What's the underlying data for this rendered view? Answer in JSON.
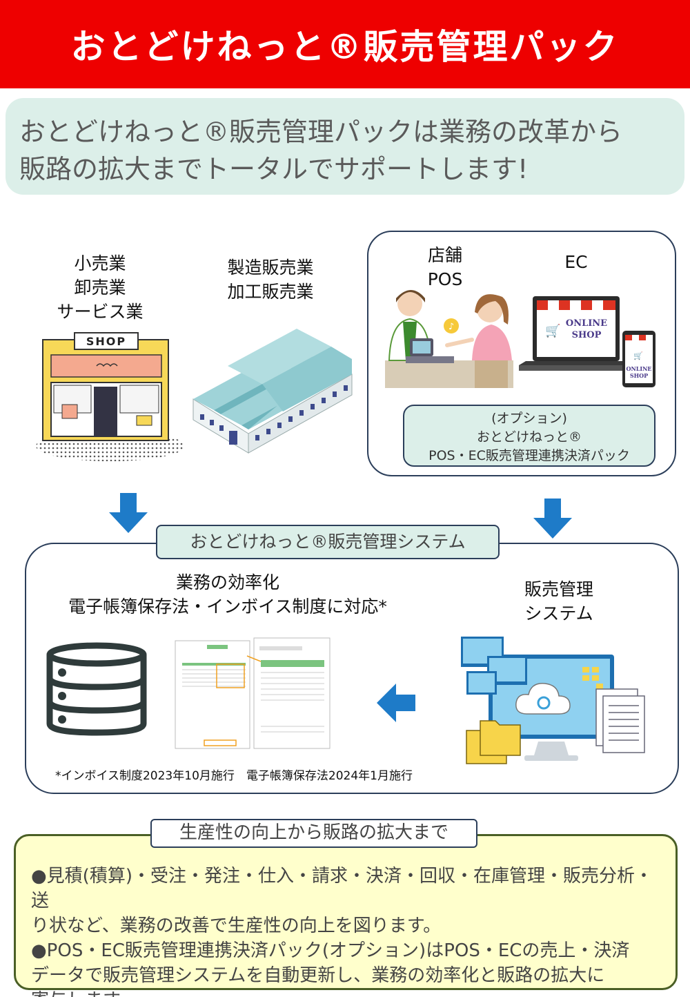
{
  "header": {
    "title": "おとどけねっと®販売管理パック"
  },
  "intro": {
    "line1": "おとどけねっと®販売管理パックは業務の改革から",
    "line2": "販路の拡大までトータルでサポートします!"
  },
  "industries": {
    "retail": [
      "小売業",
      "卸売業",
      "サービス業"
    ],
    "manufacturing": [
      "製造販売業",
      "加工販売業"
    ]
  },
  "illustrations": {
    "shop_sign": "SHOP",
    "online_shop": [
      "ONLINE",
      "SHOP"
    ],
    "tablet_shop": [
      "ONLINE",
      "SHOP"
    ]
  },
  "channels": {
    "pos": [
      "店舗",
      "POS"
    ],
    "ec": "EC",
    "option": [
      "(オプション)",
      "おとどけねっと®",
      "POS・EC販売管理連携決済パック"
    ]
  },
  "system": {
    "tab": "おとどけねっと®販売管理システム",
    "feature_lines": [
      "業務の効率化",
      "電子帳簿保存法・インボイス制度に対応*"
    ],
    "right_label": [
      "販売管理",
      "システム"
    ],
    "footnote": "*インボイス制度2023年10月施行　電子帳簿保存法2024年1月施行"
  },
  "benefits": {
    "tab": "生産性の向上から販路の拡大まで",
    "bullet1_l1": "●見積(積算)・受注・発注・仕入・請求・決済・回収・在庫管理・販売分析・送",
    "bullet1_l2": "り状など、業務の改善で生産性の向上を図ります。",
    "bullet2_l1": "●POS・EC販売管理連携決済パック(オプション)はPOS・ECの売上・決済",
    "bullet2_l2": "データで販売管理システムを自動更新し、業務の効率化と販路の拡大に",
    "bullet2_l3": "寄与します。"
  },
  "colors": {
    "header_red": "#ee0000",
    "mint": "#dcefe9",
    "navy": "#2b3e5a",
    "arrow_blue": "#1e7bc8",
    "cream": "#ffffcc"
  }
}
